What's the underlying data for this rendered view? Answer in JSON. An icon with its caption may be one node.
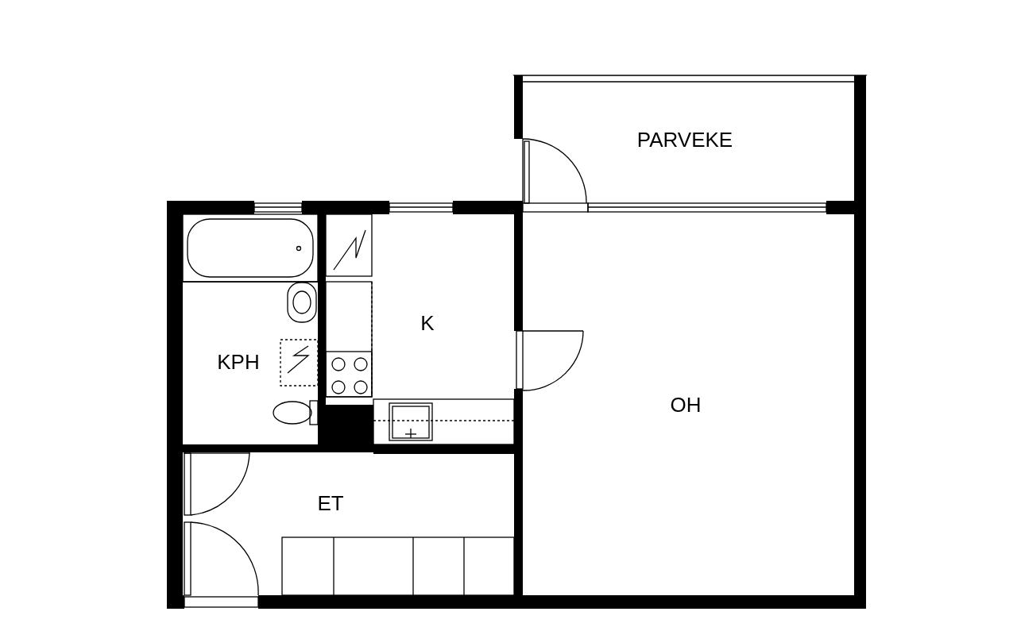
{
  "diagram": {
    "labels": [
      "PARVEKE",
      "K",
      "KPH",
      "OH",
      "ET"
    ]
  }
}
